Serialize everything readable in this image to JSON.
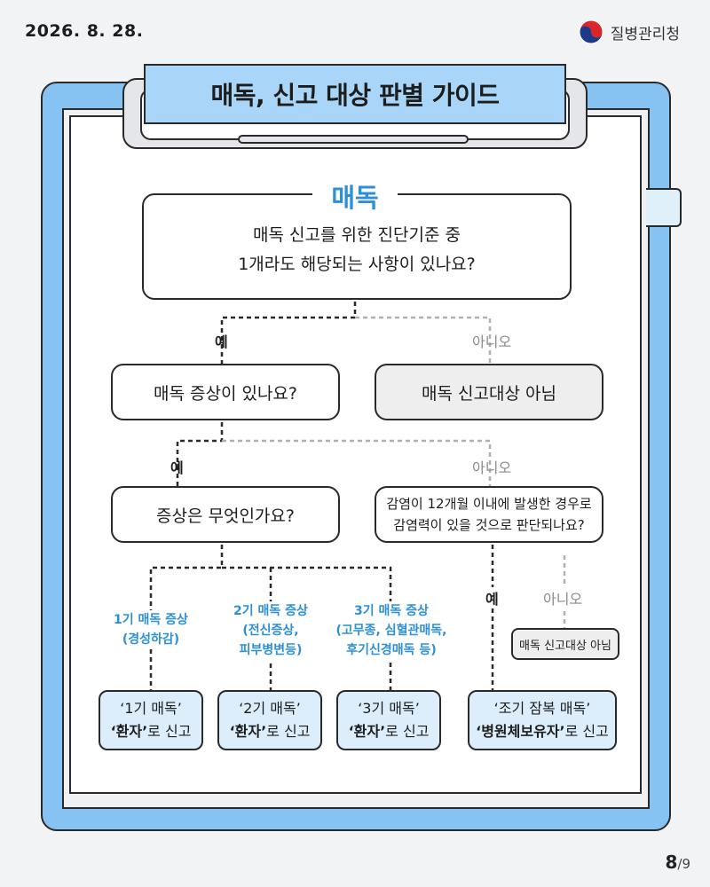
{
  "header": {
    "date": "2026. 8. 28.",
    "org": "질병관리청"
  },
  "title": "매독, 신고 대상 판별 가이드",
  "section": "매독",
  "q1": {
    "line1": "매독 신고를 위한 진단기준 중",
    "line2": "1개라도 해당되는 사항이 있나요?"
  },
  "labels": {
    "yes": "예",
    "no": "아니오"
  },
  "q2": "매독 증상이 있나요?",
  "no_report_1": "매독 신고대상 아님",
  "q3": "증상은 무엇인가요?",
  "q4": {
    "line1": "감염이 12개월 이내에 발생한 경우로",
    "line2": "감염력이 있을 것으로 판단되나요?"
  },
  "no_report_2": "매독 신고대상 아님",
  "stages": [
    {
      "line1": "1기 매독 증상",
      "line2": "(경성하감)",
      "line3": ""
    },
    {
      "line1": "2기 매독 증상",
      "line2": "(전신증상,",
      "line3": "피부병변등)"
    },
    {
      "line1": "3기 매독 증상",
      "line2": "(고무종, 심혈관매독,",
      "line3": "후기신경매독 등)"
    }
  ],
  "results": [
    {
      "type": "‘1기 매독’",
      "target": "‘환자’",
      "suffix": "로 신고"
    },
    {
      "type": "‘2기 매독’",
      "target": "‘환자’",
      "suffix": "로 신고"
    },
    {
      "type": "‘3기 매독’",
      "target": "‘환자’",
      "suffix": "로 신고"
    },
    {
      "type": "‘조기 잠복 매독’",
      "target": "‘병원체보유자’",
      "suffix": "로 신고"
    }
  ],
  "page": {
    "current": "8",
    "total": "/9"
  },
  "colors": {
    "accent": "#2d8fd8",
    "board": "#86c2f2",
    "title_bg": "#a9d6f8"
  }
}
